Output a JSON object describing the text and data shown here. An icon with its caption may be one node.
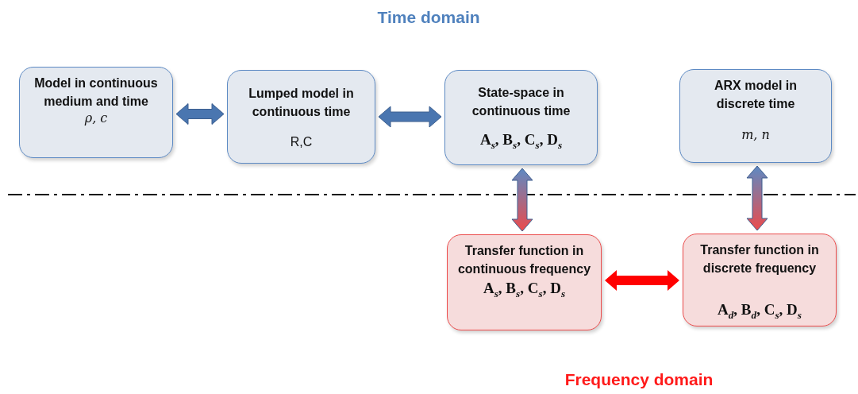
{
  "diagram": {
    "nodes": [
      {
        "text": [
          "Model in continuous medium and time",
          "ρ, c"
        ]
      },
      {
        "text": [
          "Lumped model in continuous time",
          "R,C"
        ]
      },
      {
        "text": [
          "State-space in continuous time",
          "A$_{s}$, B$_{s}$, C$_{s}$, D$_{s}$"
        ]
      },
      {
        "text": [
          "ARX model in discrete time",
          "m, n"
        ]
      },
      {
        "text": [
          "Transfer function in continuous frequency",
          "A$_{s}$, B$_{s}$, C$_{s}$, D$_{s}$"
        ]
      },
      {
        "text": [
          "Transfer function in discrete frequency",
          "A$_{d}$, B$_{d}$, C$_{s}$, D$_{s}$"
        ]
      }
    ],
    "edges": [
      {
        "from": 0,
        "to": 1,
        "arrow": "both",
        "style": "thick"
      },
      {
        "from": 1,
        "to": 2,
        "arrow": "both",
        "style": "thick"
      },
      {
        "from": 2,
        "to": 4,
        "arrow": "both",
        "style": "thick"
      },
      {
        "from": 3,
        "to": 5,
        "arrow": "both",
        "style": "thick"
      },
      {
        "from": 4,
        "to": 5,
        "arrow": "both",
        "style": "thick",
        "color": "#ff0000"
      }
    ],
    "labels": [
      "Time domain",
      "Frequency domain"
    ]
  }
}
